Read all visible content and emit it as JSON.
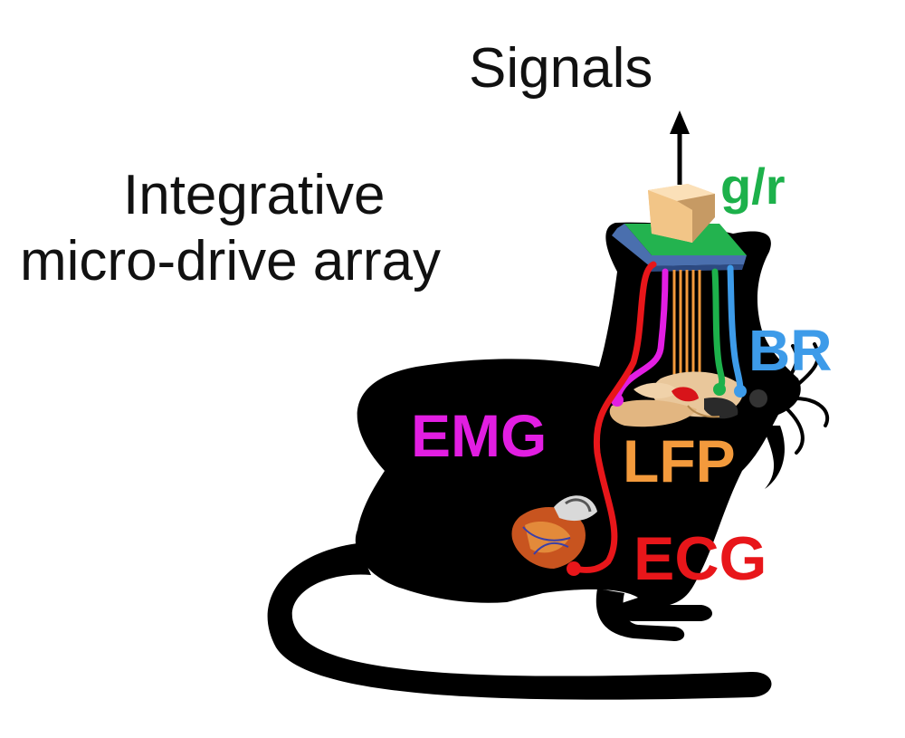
{
  "labels": {
    "signals": "Signals",
    "drive_line1": "Integrative",
    "drive_line2": "micro-drive array",
    "gr": "g/r",
    "br": "BR",
    "emg": "EMG",
    "lfp": "LFP",
    "ecg": "ECG"
  },
  "colors": {
    "gr": "#1db14b",
    "br": "#3d9be9",
    "emg": "#e21ee2",
    "lfp": "#f39a3c",
    "ecg": "#e8161a",
    "rat": "#000000",
    "text": "#111111"
  },
  "icons": {
    "rat": "rat-silhouette",
    "heart": "heart-illustration",
    "brain": "brain-illustration",
    "drive": "micro-drive-block",
    "arrow": "up-arrow"
  }
}
